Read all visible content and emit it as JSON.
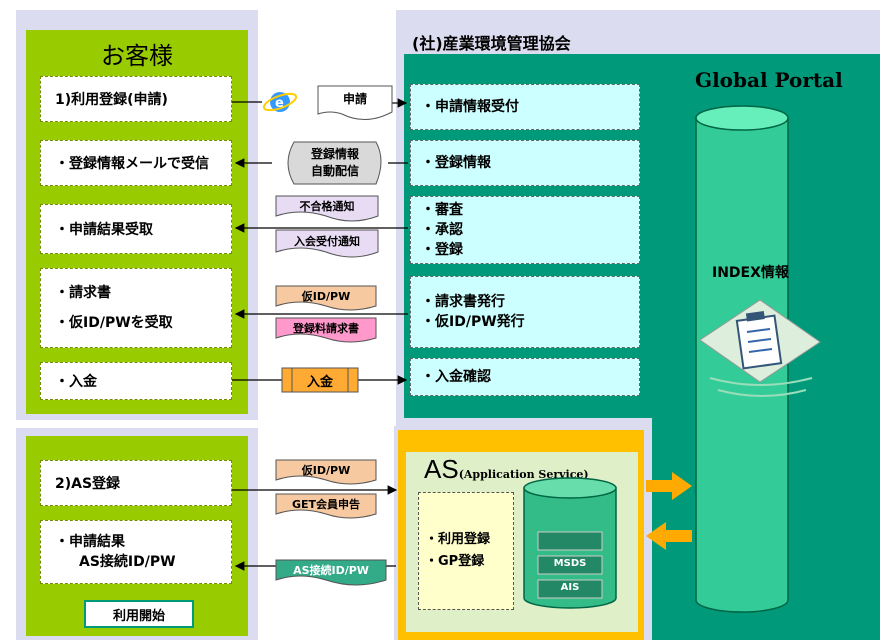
{
  "customer": {
    "title": "お客様",
    "steps": [
      {
        "label": "1)利用登録(申請)"
      },
      {
        "label": "・登録情報メールで受信"
      },
      {
        "label": "・申請結果受取"
      },
      {
        "lines": [
          "・請求書",
          "・仮ID/PWを受取"
        ]
      },
      {
        "label": "・入金"
      }
    ]
  },
  "customer2": {
    "as_register": "2)AS登録",
    "result_lines": [
      "・申請結果",
      "AS接続ID/PW"
    ],
    "start_button": "利用開始"
  },
  "association": {
    "title": "(社)産業環境管理協会",
    "steps": [
      {
        "lines": [
          "・申請情報受付"
        ]
      },
      {
        "lines": [
          "・登録情報"
        ]
      },
      {
        "lines": [
          "・審査",
          "・承認",
          "・登録"
        ]
      },
      {
        "lines": [
          "・請求書発行",
          "・仮ID/PW発行"
        ]
      },
      {
        "lines": [
          "・入金確認"
        ]
      }
    ]
  },
  "portal": {
    "title": "Global Portal",
    "index_label": "INDEX情報"
  },
  "as_service": {
    "title_main": "AS",
    "title_sub": "(Application Service)",
    "lines": [
      "・利用登録",
      "・GP登録"
    ],
    "db_labels": [
      "MSDS",
      "AIS"
    ]
  },
  "messages": {
    "apply": "申請",
    "auto_send_lines": [
      "登録情報",
      "自動配信"
    ],
    "reject_notice": "不合格通知",
    "accept_notice": "入会受付通知",
    "temp_id_pw": "仮ID/PW",
    "fee_invoice": "登録料請求書",
    "payment": "入金",
    "temp_id_pw2": "仮ID/PW",
    "get_member": "GET会員申告",
    "as_connect_id": "AS接続ID/PW"
  },
  "colors": {
    "customer_green": "#99cc00",
    "portal_green": "#00997a",
    "as_orange": "#ffc000",
    "cyan_box": "#ccffff"
  }
}
